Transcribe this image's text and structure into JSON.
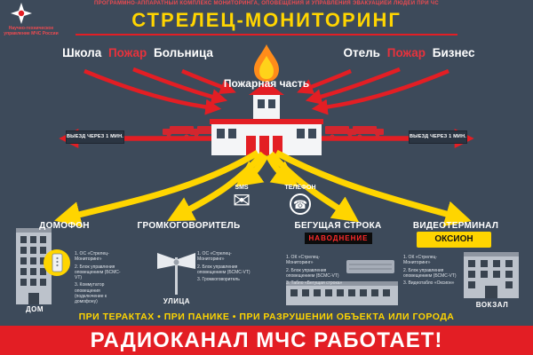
{
  "colors": {
    "background": "#3d4a5a",
    "red": "#e31e24",
    "yellow": "#ffd500",
    "badge_bg": "#0c0c0c"
  },
  "emblem": {
    "line1": "Научно-техническое",
    "line2": "управление МЧС России"
  },
  "header": {
    "top_line": "ПРОГРАММНО-АППАРАТНЫЙ КОМПЛЕКС МОНИТОРИНГА, ОПОВЕЩЕНИЯ И УПРАВЛЕНИЯ ЭВАКУАЦИЕЙ ЛЮДЕЙ ПРИ ЧС",
    "title": "СТРЕЛЕЦ-МОНИТОРИНГ"
  },
  "sources": {
    "left": {
      "w1": "Школа",
      "w2": "Пожар",
      "w3": "Больница"
    },
    "right": {
      "w1": "Отель",
      "w2": "Пожар",
      "w3": "Бизнес"
    }
  },
  "fire_station_label": "Пожарная часть",
  "dispatch": {
    "left": "ВЫЕЗД ЧЕРЕЗ 1 МИН.",
    "right": "ВЫЕЗД ЧЕРЕЗ 1 МИН."
  },
  "channels": {
    "sms_label": "SMS",
    "sms_icon": "✉",
    "phone_label": "ТЕЛЕФОН",
    "phone_icon": "☎"
  },
  "endpoints": [
    {
      "title": "ДОМОФОН",
      "location": "ДОМ",
      "items": [
        "1. ОС «Стрелец-Мониторинг»",
        "2. Блок управления оповещением (БСМС-VT)",
        "3. Коммутатор оповещения (подключение к домофону)"
      ]
    },
    {
      "title": "ГРОМКОГОВОРИТЕЛЬ",
      "location": "УЛИЦА",
      "items": [
        "1. ОС «Стрелец-Мониторинг»",
        "2. Блок управления оповещением (БСМС-VT)",
        "3. Громкоговоритель"
      ]
    },
    {
      "title": "БЕГУЩАЯ СТРОКА",
      "display_text": "НАВОДНЕНИЕ",
      "items": [
        "1. ОК «Стрелец-Мониторинг»",
        "2. Блок управления оповещением (БСМС-VT)",
        "3. Табло «Бегущая строка»"
      ]
    },
    {
      "title": "ВИДЕОТЕРМИНАЛ",
      "display_text": "ОКСИОН",
      "location": "ВОКЗАЛ",
      "items": [
        "1. ОК «Стрелец-Мониторинг»",
        "2. Блок управления оповещением (БСМС-VT)",
        "3. Видеотабло «Оксион»"
      ]
    }
  ],
  "footer": {
    "warning": "ПРИ ТЕРАКТАХ  •  ПРИ ПАНИКЕ  •  ПРИ РАЗРУШЕНИИ ОБЪЕКТА ИЛИ ГОРОДА",
    "banner": "РАДИОКАНАЛ МЧС РАБОТАЕТ!"
  }
}
